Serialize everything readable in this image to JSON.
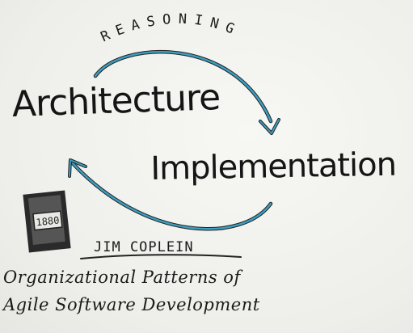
{
  "diagram": {
    "loop_label": "REASONING",
    "node_top": "Architecture",
    "node_bottom": "Implementation",
    "author": "JIM COPLEIN",
    "book_title_line1": "Organizational Patterns of",
    "book_title_line2": "Agile Software Development",
    "book_cover_text": "1880"
  },
  "colors": {
    "arrow": "#3d9ec0",
    "arrow_outline": "#222222",
    "ink": "#151515",
    "book": "#222222"
  },
  "icons": {
    "book": "book-cover-icon"
  }
}
